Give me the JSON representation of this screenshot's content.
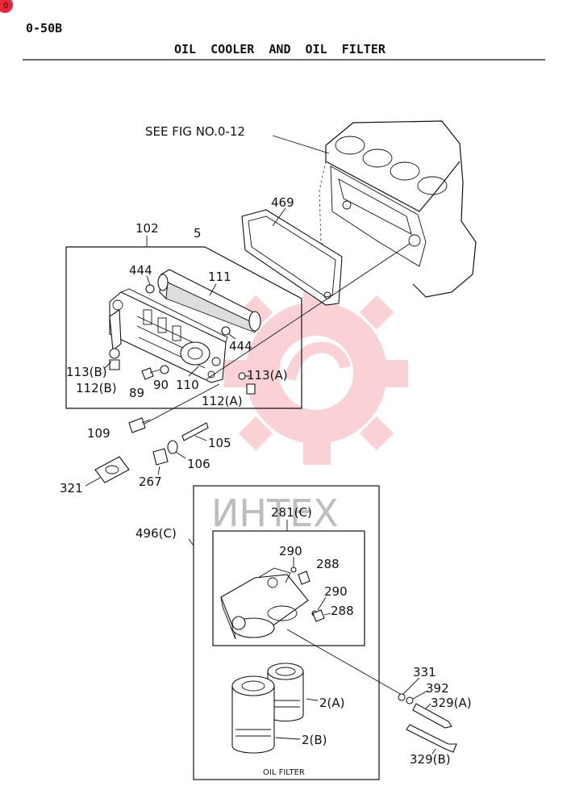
{
  "header": {
    "page_code": "0-50B",
    "title": "OIL  COOLER  AND  OIL  FILTER"
  },
  "see_fig_label": "SEE FIG NO.0-12",
  "callouts": {
    "c102": "102",
    "c5": "5",
    "c469": "469",
    "c444a": "444",
    "c111": "111",
    "c444b": "444",
    "c113b": "113(B)",
    "c112b": "112(B)",
    "c90": "90",
    "c110": "110",
    "c89": "89",
    "c113a": "113(A)",
    "c112a": "112(A)",
    "c109": "109",
    "c105": "105",
    "c106": "106",
    "c267": "267",
    "c321": "321",
    "c281c": "281(C)",
    "c496c": "496(C)",
    "c290a": "290",
    "c288a": "288",
    "c290b": "290",
    "c288b": "288",
    "c331": "331",
    "c392": "392",
    "c329a": "329(A)",
    "c2a": "2(A)",
    "c2b": "2(B)",
    "c329b": "329(B)"
  },
  "oil_filter_caption": "OIL FILTER",
  "watermark": {
    "text": "ИНТЕХ",
    "color": "#e8263a"
  },
  "corner_badge": {
    "text": "0",
    "color": "#e8263a"
  }
}
